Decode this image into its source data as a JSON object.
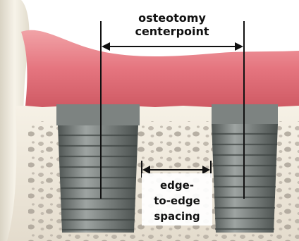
{
  "labels": {
    "centerpoint_line1": "osteotomy",
    "centerpoint_line2": "centerpoint",
    "spacing_line1": "edge-",
    "spacing_line2": "to-edge",
    "spacing_line3": "spacing"
  },
  "colors": {
    "gum": "#e8828a",
    "gum_dark": "#c9545f",
    "bone": "#efe8da",
    "bone_pore": "#a8a097",
    "implant": "#6c7270",
    "implant_light": "#9aa09e",
    "tooth": "#f3efe3",
    "line": "#111111"
  }
}
